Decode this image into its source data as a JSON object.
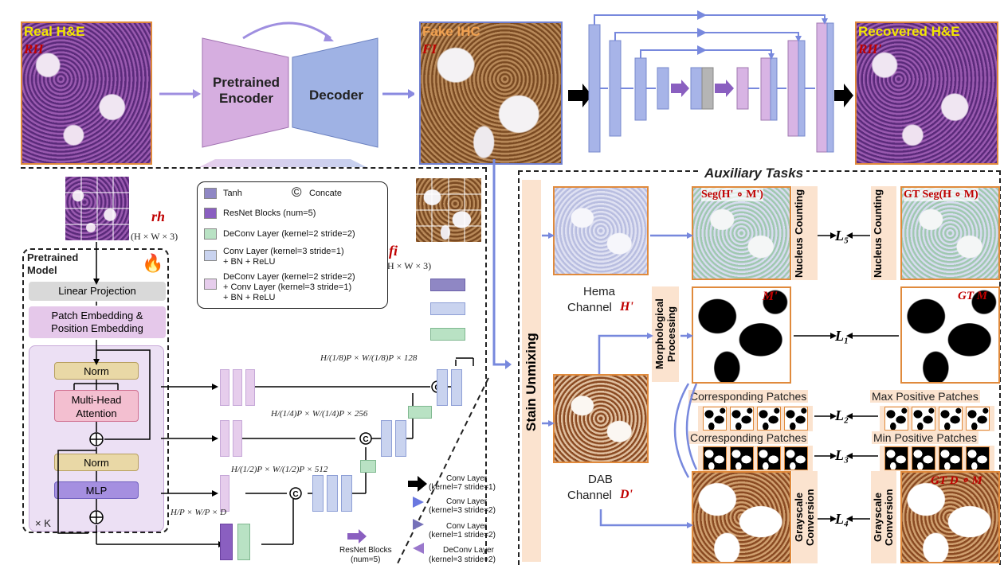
{
  "colors": {
    "he": "#7a3e96",
    "ihc": "#9a6a3a",
    "encoder": "#d6aee0",
    "decoder": "#9fb2e4",
    "accent_red": "#c00000",
    "patch_bg": "#fbe3cf",
    "tanh": "#8f87c4",
    "resnet": "#8a5fc0",
    "deconv": "#b9e2c4",
    "conv": "#c9d3ef",
    "deconvconv": "#e6cdec"
  },
  "top": {
    "real_he": "Real H&E",
    "rh": "RH",
    "encoder": "Pretrained Encoder",
    "decoder": "Decoder",
    "fake_ihc": "Fake IHC",
    "fi": "FI",
    "recovered_he": "Recovered H&E",
    "rh_prime": "RH'"
  },
  "left": {
    "rh_small": "rh",
    "rh_dims": "(H × W × 3)",
    "pretrained_model": "Pretrained Model",
    "linear_projection": "Linear Projection",
    "patch_embedding": "Patch Embedding & Position Embedding",
    "norm1": "Norm",
    "mha": "Multi-Head Attention",
    "norm2": "Norm",
    "mlp": "MLP",
    "times_k": "× K",
    "fi_small": "fi",
    "fi_dims": "(H × W × 3)",
    "dim_128": "H/(1/8)P × W/(1/8)P × 128",
    "dim_256": "H/(1/4)P × W/(1/4)P × 256",
    "dim_512": "H/(1/2)P × W/(1/2)P × 512",
    "dim_d": "H/P × W/P × D"
  },
  "legend": {
    "tanh": "Tanh",
    "concate": "Concate",
    "concate_symbol": "©",
    "resnet": "ResNet Blocks (num=5)",
    "deconv": "DeConv Layer (kernel=2 stride=2)",
    "conv_line1": "Conv Layer (kernel=3 stride=1)",
    "conv_line2": "+ BN + ReLU",
    "dcc_line1": "DeConv Layer (kernel=2 stride=2)",
    "dcc_line2": "+ Conv Layer (kernel=3 stride=1)",
    "dcc_line3": "+ BN + ReLU"
  },
  "arrow_legend": {
    "k7_a": "Conv Layer",
    "k7_b": "(kernel=7 stride=1)",
    "k3s2_a": "Conv Layer",
    "k3s2_b": "(kernel=3 stride=2)",
    "k1s2_a": "Conv Layer",
    "k1s2_b": "(kernel=1 stride=2)",
    "resnet_a": "ResNet Blocks",
    "resnet_b": "(num=5)",
    "dc_a": "DeConv Layer",
    "dc_b": "(kernel=3 stride=2)"
  },
  "aux": {
    "title": "Auxiliary Tasks",
    "stain_unmixing": "Stain Unmixing",
    "hema_a": "Hema",
    "hema_b": "Channel",
    "hema_sym": "H'",
    "dab_a": "DAB",
    "dab_b": "Channel",
    "dab_sym": "D'",
    "morph": "Morphological Processing",
    "seg_pred": "Seg(H' ∘ M')",
    "seg_gt": "GT Seg(H ∘ M)",
    "m_prime": "M'",
    "gt_m": "GT M",
    "nucleus_counting": "Nucleus Counting",
    "grayscale_conversion": "Grayscale Conversion",
    "corr_patches": "Corresponding Patches",
    "max_patches": "Max Positive Patches",
    "min_patches": "Min Positive Patches",
    "gt_dm": "GT D ∘ M",
    "l1": "L₁",
    "l2": "L₂",
    "l3": "L₃",
    "l4": "L₄",
    "l5": "L₅"
  }
}
